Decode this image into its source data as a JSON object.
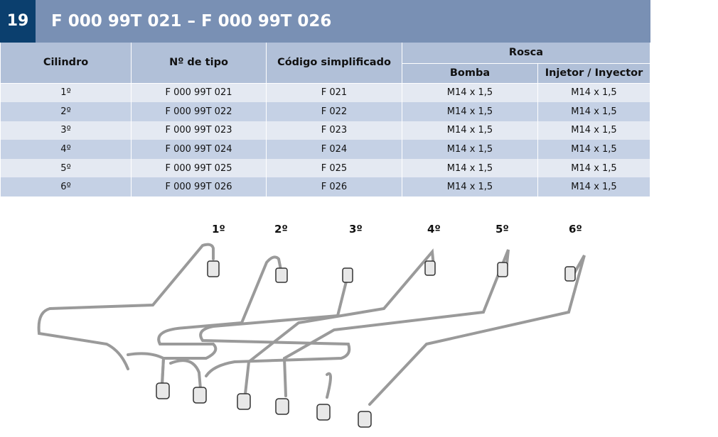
{
  "section_number": "19",
  "title": "F 000 99T 021 – F 000 99T 026",
  "headers": {
    "cilindro": "Cilindro",
    "tipo": "Nº de tipo",
    "codigo": "Código simplificado",
    "rosca": "Rosca",
    "bomba": "Bomba",
    "injetor": "Injetor / Inyector"
  },
  "rows": [
    [
      "1º",
      "F 000 99T 021",
      "F 021",
      "M14 x 1,5",
      "M14 x 1,5"
    ],
    [
      "2º",
      "F 000 99T 022",
      "F 022",
      "M14 x 1,5",
      "M14 x 1,5"
    ],
    [
      "3º",
      "F 000 99T 023",
      "F 023",
      "M14 x 1,5",
      "M14 x 1,5"
    ],
    [
      "4º",
      "F 000 99T 024",
      "F 024",
      "M14 x 1,5",
      "M14 x 1,5"
    ],
    [
      "5º",
      "F 000 99T 025",
      "F 025",
      "M14 x 1,5",
      "M14 x 1,5"
    ],
    [
      "6º",
      "F 000 99T 026",
      "F 026",
      "M14 x 1,5",
      "M14 x 1,5"
    ]
  ],
  "figure_labels": [
    "1º",
    "2º",
    "3º",
    "4º",
    "5º",
    "6º"
  ]
}
